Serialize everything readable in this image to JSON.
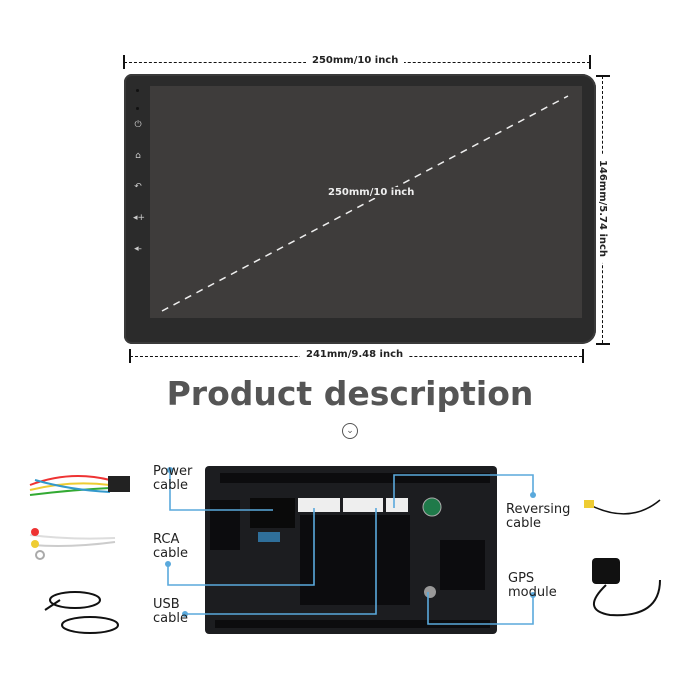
{
  "dimensions": {
    "top_width": "250mm/10 inch",
    "diagonal": "250mm/10 inch",
    "height": "146mm/5.74 inch",
    "bottom_width": "241mm/9.48 inch"
  },
  "side_buttons": [
    "power-icon",
    "home-icon",
    "back-icon",
    "volume-up-icon",
    "volume-down-icon"
  ],
  "section_title": "Product description",
  "ports": [
    {
      "label_line1": "Power",
      "label_line2": "cable"
    },
    {
      "label_line1": "RCA",
      "label_line2": "cable"
    },
    {
      "label_line1": "USB",
      "label_line2": "cable"
    },
    {
      "label_line1": "Reversing",
      "label_line2": "cable"
    },
    {
      "label_line1": "GPS",
      "label_line2": "module"
    }
  ],
  "colors": {
    "leader_line": "#5aa9dc",
    "device": "#2b2b2b",
    "screen": "#3e3c3b",
    "title": "#555555"
  }
}
